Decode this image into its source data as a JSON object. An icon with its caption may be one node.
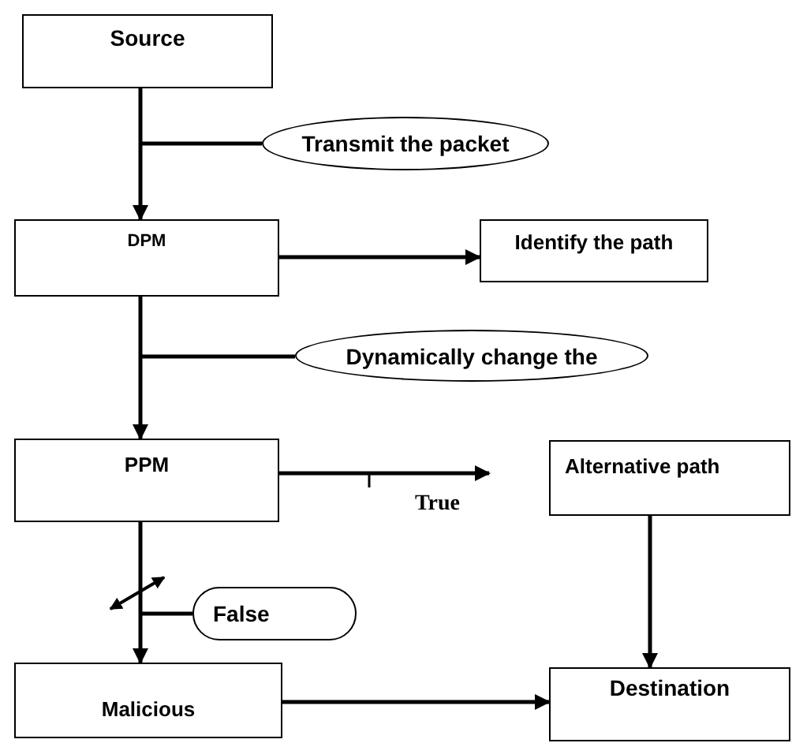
{
  "diagram": {
    "nodes": [
      {
        "text": [
          "Source"
        ]
      },
      {
        "text": [
          "Transmit the packet"
        ]
      },
      {
        "text": [
          "DPM"
        ]
      },
      {
        "text": [
          "Identify the path"
        ]
      },
      {
        "text": [
          "Dynamically change the"
        ]
      },
      {
        "text": [
          "PPM"
        ]
      },
      {
        "text": [
          "Alternative path"
        ]
      },
      {
        "text": [
          "False"
        ]
      },
      {
        "text": [
          "Malicious"
        ]
      },
      {
        "text": [
          "Destination"
        ]
      }
    ],
    "edges": [
      {
        "from": 0,
        "to": 2,
        "arrow": "to"
      },
      {
        "from": 1,
        "to": null,
        "arrow": "none"
      },
      {
        "from": 2,
        "to": 3,
        "arrow": "to"
      },
      {
        "from": 2,
        "to": 5,
        "arrow": "to"
      },
      {
        "from": 4,
        "to": null,
        "arrow": "none"
      },
      {
        "from": 5,
        "to": null,
        "arrow": "to",
        "label": "True"
      },
      {
        "from": 5,
        "to": 8,
        "arrow": "to"
      },
      {
        "from": 7,
        "to": null,
        "arrow": "none"
      },
      {
        "from": 6,
        "to": 9,
        "arrow": "to"
      },
      {
        "from": 8,
        "to": 9,
        "arrow": "to"
      }
    ]
  }
}
